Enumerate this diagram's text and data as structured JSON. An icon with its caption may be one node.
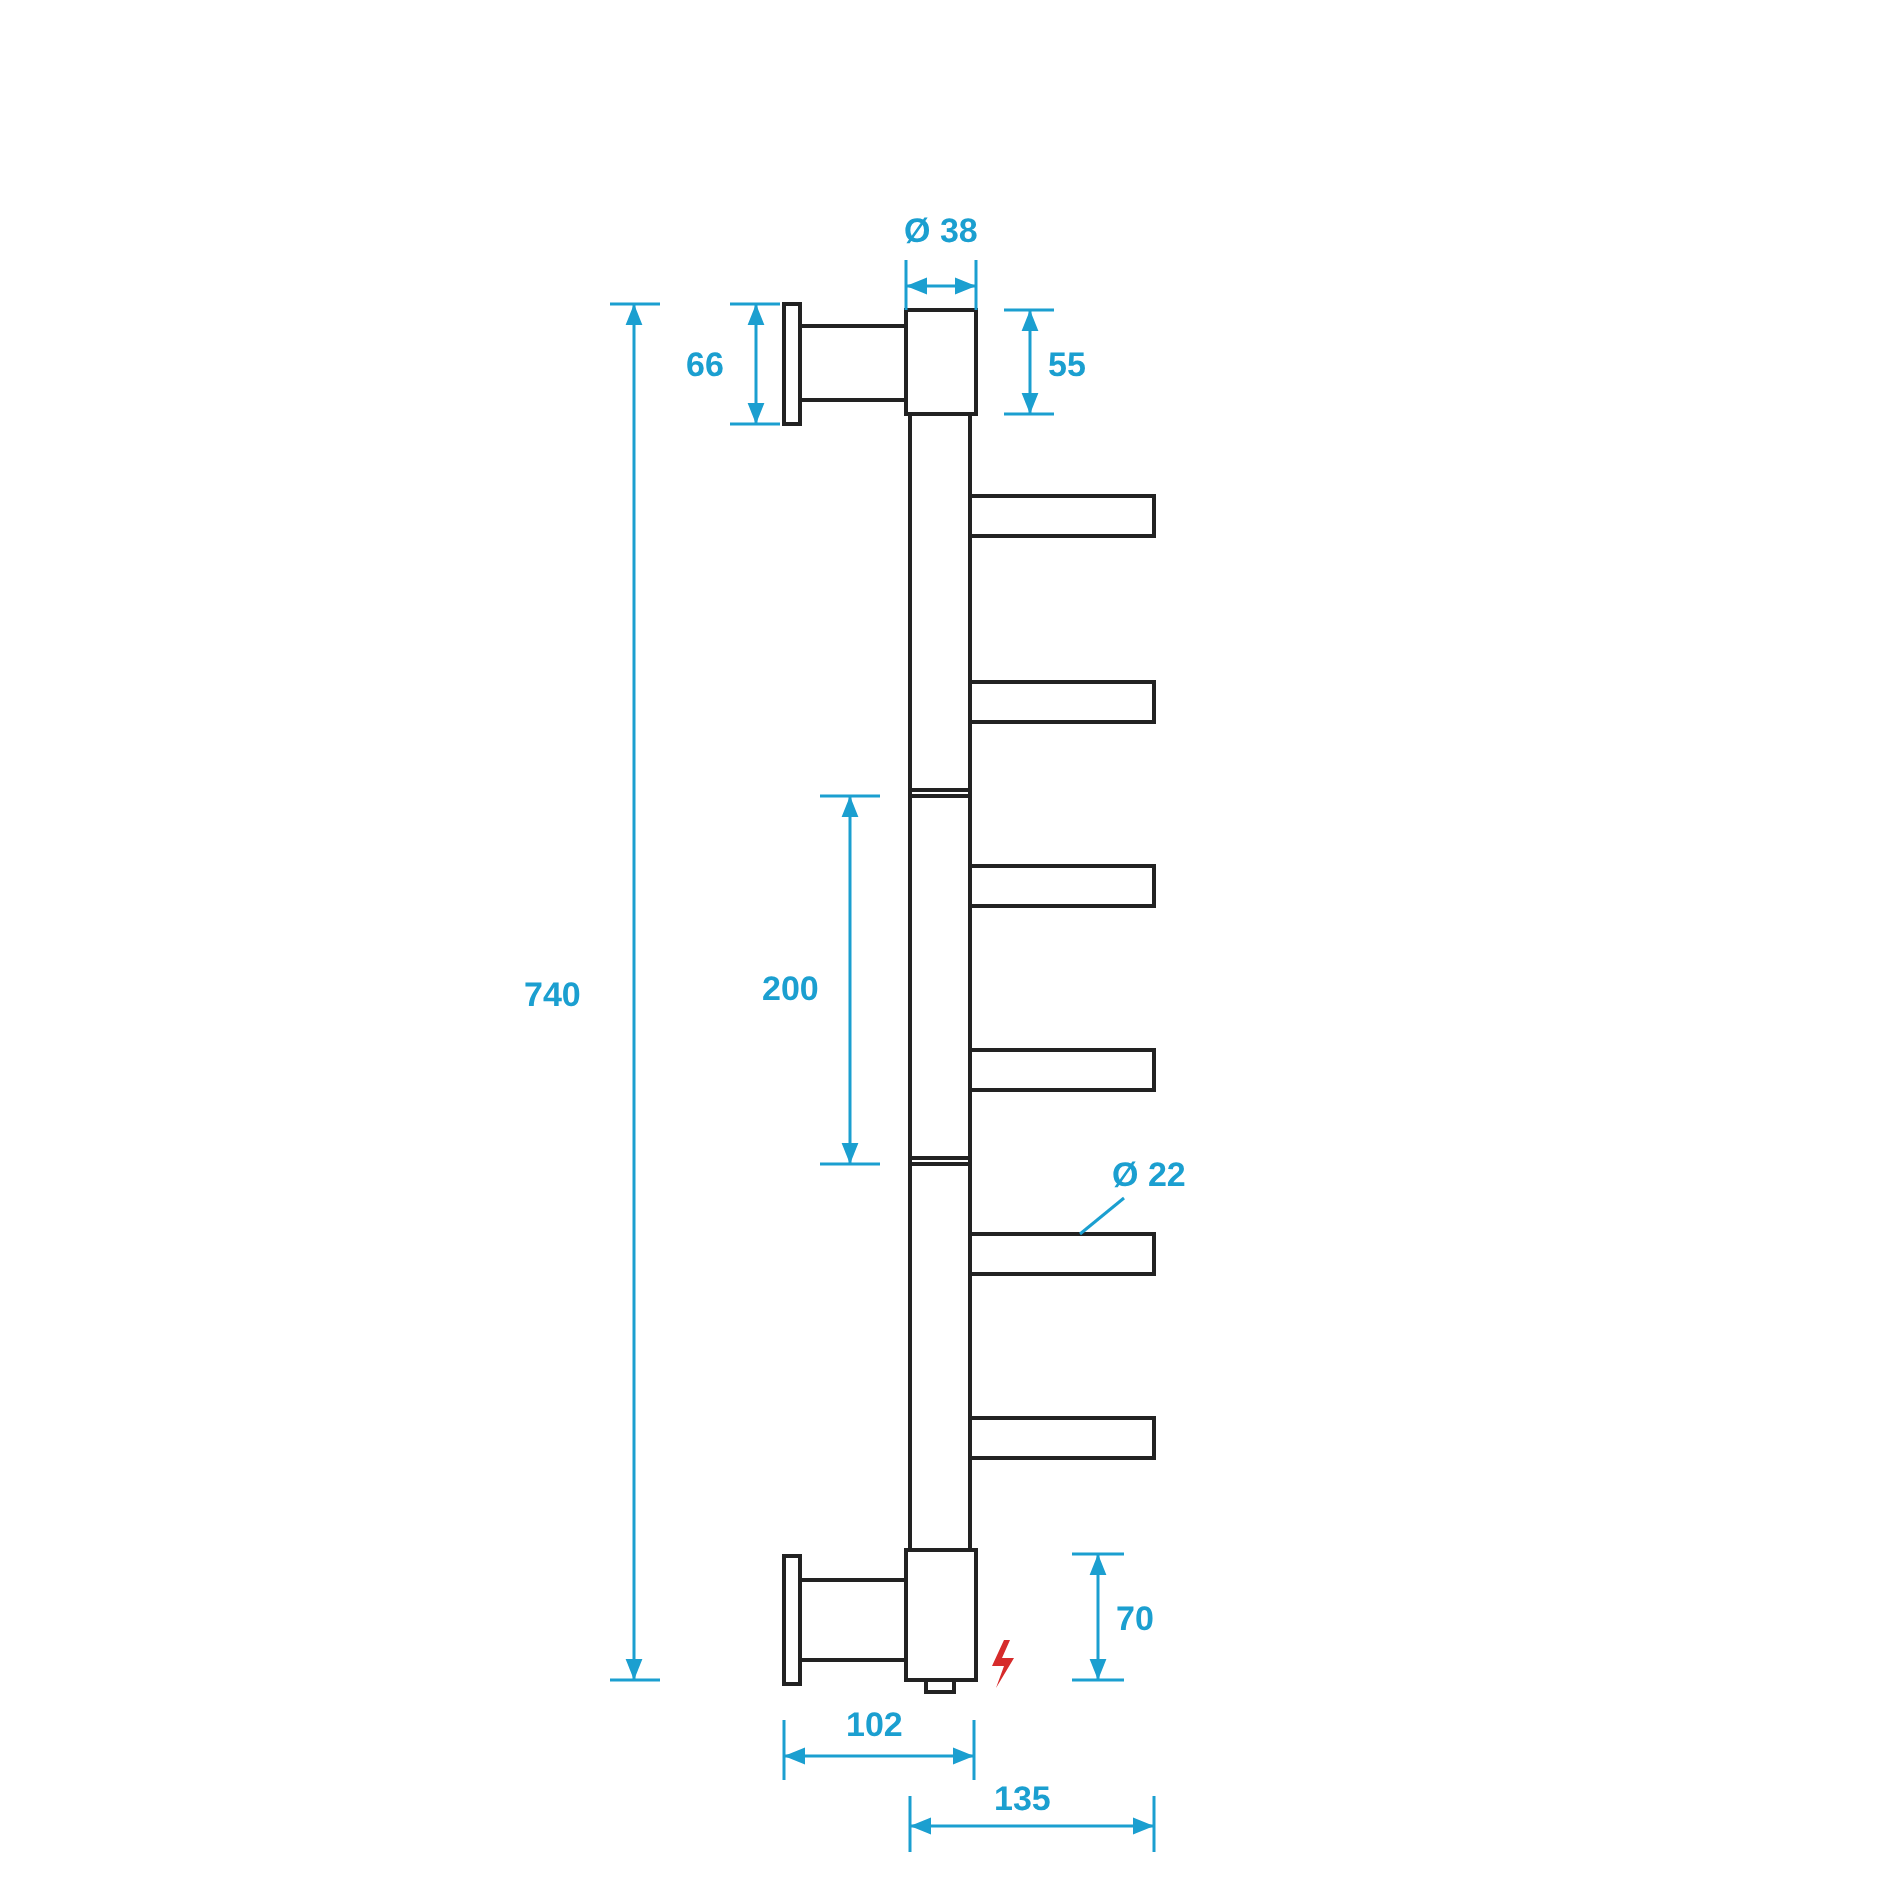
{
  "diagram": {
    "nodes": [
      {
        "text": [
          "Ø 22"
        ]
      },
      {
        "text": [],
        "shape": "bar"
      }
    ],
    "edges": [
      {
        "from": 0,
        "to": 1,
        "arrow": "none"
      }
    ],
    "labels": [
      "Ø 38",
      "66",
      "55",
      "740",
      "200",
      "70",
      "102",
      "135"
    ]
  }
}
